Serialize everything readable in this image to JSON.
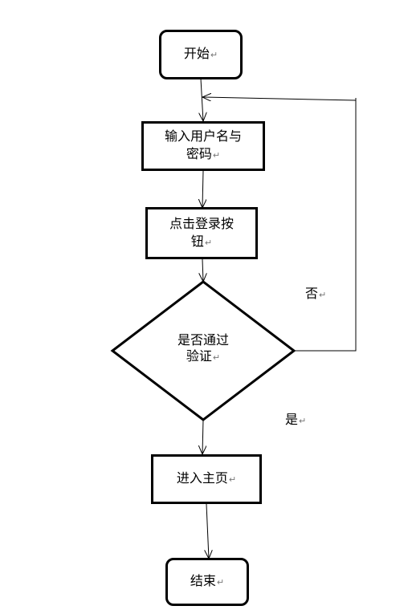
{
  "diagram": {
    "return_mark": "↵",
    "nodes": {
      "start": {
        "text": "开始"
      },
      "input": {
        "line1": "输入用户名与",
        "line2": "密码"
      },
      "click": {
        "line1": "点击登录按",
        "line2": "钮"
      },
      "verify": {
        "line1": "是否通过",
        "line2": "验证"
      },
      "home": {
        "text": "进入主页"
      },
      "end": {
        "text": "结束"
      }
    },
    "edge_labels": {
      "no": "否",
      "yes": "是"
    }
  }
}
